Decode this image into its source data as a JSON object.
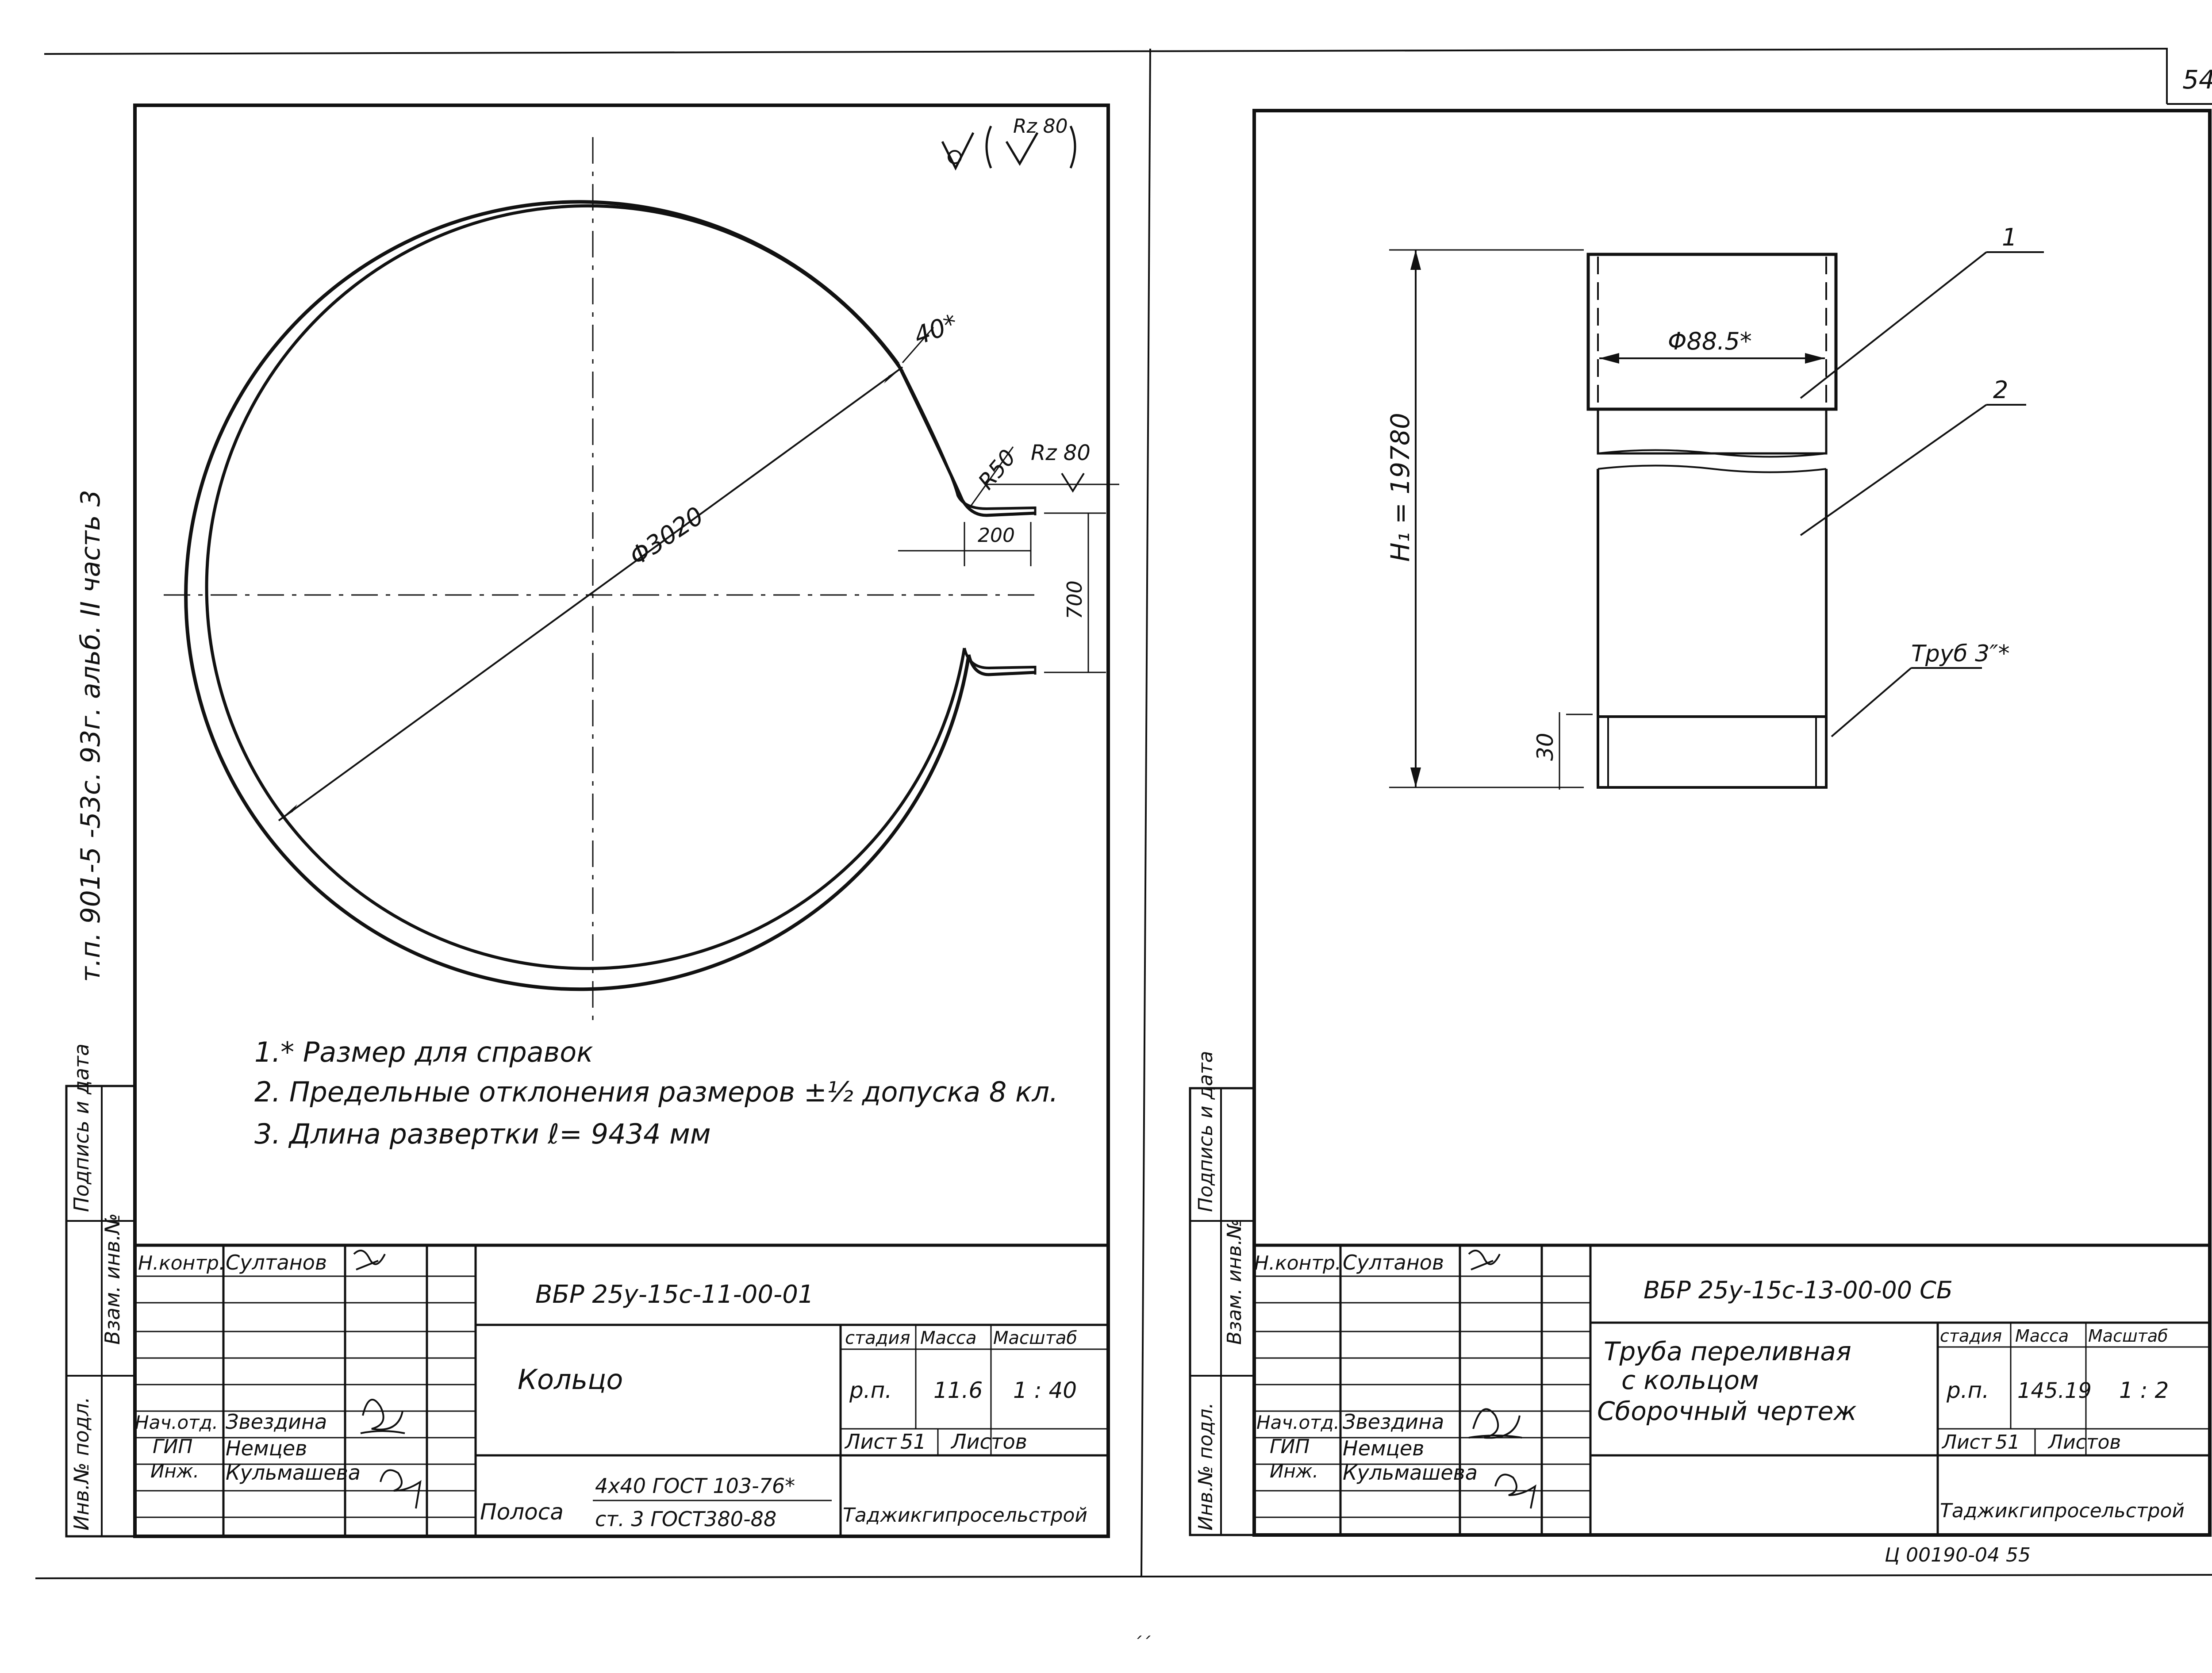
{
  "page_number": "54",
  "bottom_mark": "´´",
  "left_sheet": {
    "side_caption": "т.п.  901-5 -53с. 93г.    альб. II   часть 3",
    "surface_mark": "Rz 80",
    "dimensions": {
      "diameter": "Φ3020",
      "band": "40*",
      "radius": "R50",
      "roughness": "Rz 80",
      "gap_width": "200",
      "gap_height": "700"
    },
    "notes": [
      "1.* Размер для справок",
      "2. Предельные отклонения  размеров ±½ допуска 8 кл.",
      "3. Длина развертки  ℓ= 9434 мм"
    ],
    "side_labels": [
      "Взам. инв.№",
      "Подпись и дата",
      "Инв.№ подл."
    ],
    "title_block": {
      "roles": [
        "Н.контр.",
        "Нач.отд.",
        "ГИП",
        "Инж."
      ],
      "names": [
        "Султанов",
        "Звездина",
        "Немцев",
        "Кульмашева"
      ],
      "code": "ВБР  25у-15с-11-00-01",
      "name": "Кольцо",
      "stage_header": "стадия",
      "mass_header": "Масса",
      "scale_header": "Масштаб",
      "stage": "р.п.",
      "mass": "11.6",
      "scale": "1 : 40",
      "sheet_label": "Лист",
      "sheet_number": "51",
      "sheets_label": "Листов",
      "material_label": "Полоса",
      "material_line1": "4х40 ГОСТ 103-76*",
      "material_line2": "ст. 3  ГОСТ380-88",
      "organization": "Таджикгипросельстрой"
    }
  },
  "right_sheet": {
    "leaders": [
      "1",
      "2"
    ],
    "dimensions": {
      "pipe_diameter": "Φ88.5*",
      "height": "H₁ = 19780",
      "bottom": "30",
      "pipe_label": "Труб 3″*"
    },
    "side_labels": [
      "Взам. инв.№",
      "Подпись и дата",
      "Инв.№ подл."
    ],
    "title_block": {
      "roles": [
        "Н.контр.",
        "Нач.отд.",
        "ГИП",
        "Инж."
      ],
      "names": [
        "Султанов",
        "Звездина",
        "Немцев",
        "Кульмашева"
      ],
      "code": "ВБР  25у-15с-13-00-00 СБ",
      "name_lines": [
        "Труба переливная",
        "с кольцом",
        "Сборочный  чертеж"
      ],
      "stage_header": "стадия",
      "mass_header": "Масса",
      "scale_header": "Масштаб",
      "stage": "р.п.",
      "mass": "145.19",
      "scale": "1 : 2",
      "sheet_label": "Лист",
      "sheet_number": "51",
      "sheets_label": "Листов",
      "organization": "Таджикгипросельстрой"
    },
    "footer_note": "Ц 00190-04     55"
  }
}
